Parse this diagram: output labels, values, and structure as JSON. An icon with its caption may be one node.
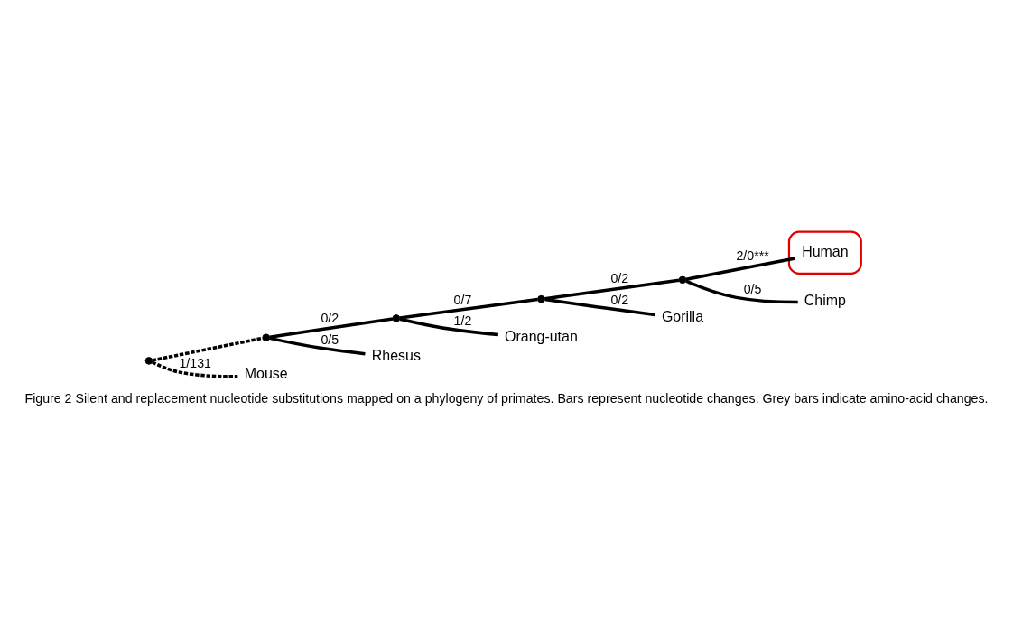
{
  "diagram": {
    "caption": "Figure 2 Silent and replacement nucleotide substitutions mapped on a phylogeny of primates. Bars represent nucleotide changes. Grey bars indicate amino-acid changes.",
    "nodes": [
      {
        "text": [],
        "shape": "point"
      },
      {
        "text": [],
        "shape": "point"
      },
      {
        "text": [],
        "shape": "point"
      },
      {
        "text": [],
        "shape": "point"
      },
      {
        "text": [],
        "shape": "point"
      },
      {
        "text": [],
        "shape": "ellipse"
      },
      {
        "text": [
          "Human"
        ],
        "in": 5
      },
      {
        "text": [
          "Chimp"
        ]
      },
      {
        "text": [
          "Gorilla"
        ]
      },
      {
        "text": [
          "Orang-utan"
        ]
      },
      {
        "text": [
          "Rhesus"
        ]
      },
      {
        "text": [
          "Mouse"
        ]
      }
    ],
    "edges": [
      {
        "from": 0,
        "to": 1,
        "arrow": "none",
        "style": "dashed"
      },
      {
        "from": 1,
        "to": 2,
        "arrow": "none",
        "label": "0/2"
      },
      {
        "from": 2,
        "to": 3,
        "arrow": "none",
        "label": "0/7"
      },
      {
        "from": 3,
        "to": 4,
        "arrow": "none",
        "label": "0/2"
      },
      {
        "from": 4,
        "to": 6,
        "arrow": "none",
        "label": "2/0***"
      },
      {
        "from": 4,
        "to": 7,
        "arrow": "none",
        "label": "0/5"
      },
      {
        "from": 3,
        "to": 8,
        "arrow": "none",
        "label": "0/2"
      },
      {
        "from": 2,
        "to": 9,
        "arrow": "none",
        "label": "1/2"
      },
      {
        "from": 1,
        "to": 10,
        "arrow": "none",
        "label": "0/5"
      },
      {
        "from": 0,
        "to": 11,
        "arrow": "none",
        "label": "1/131",
        "style": "dashed"
      }
    ]
  }
}
